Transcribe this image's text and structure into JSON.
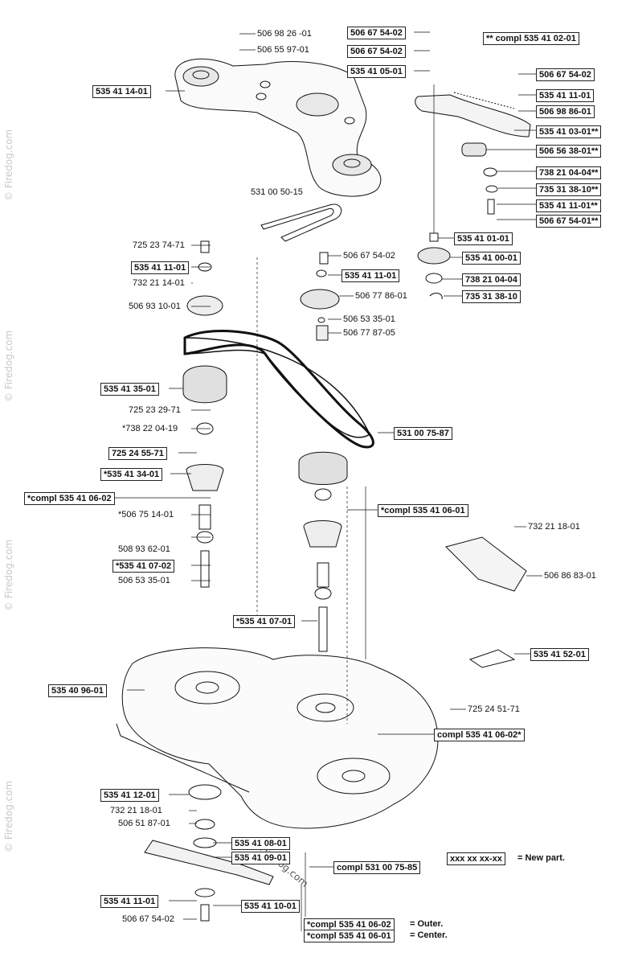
{
  "legend": {
    "compl_header": "** compl 535 41 02-01",
    "new_part_code": "xxx xx xx-xx",
    "new_part_text": "=  New part.",
    "outer_key": "*compl 535 41 06-02",
    "outer_text": "= Outer.",
    "center_key": "*compl 535 41 06-01",
    "center_text": "= Center."
  },
  "watermark": {
    "text": "© Firedog.com",
    "brand": "Firedog.com"
  },
  "labels": {
    "l01": "506 98 26 -01",
    "l02": "506 55 97-01",
    "l03": "535 41 14-01",
    "l04": "506 67 54-02",
    "l05": "506 67 54-02",
    "l06": "535 41 05-01",
    "l07": "506 67 54-02",
    "l08": "535 41 11-01",
    "l09": "506 98 86-01",
    "l10": "535 41 03-01**",
    "l11": "506 56 38-01**",
    "l12": "738 21 04-04**",
    "l13": "735 31 38-10**",
    "l14": "535 41 11-01**",
    "l15": "506 67 54-01**",
    "l16": "531 00 50-15",
    "l17": "535 41 01-01",
    "l18": "535 41 00-01",
    "l19": "738 21 04-04",
    "l20": "735 31 38-10",
    "l21": "506 67 54-02",
    "l22": "535 41 11-01",
    "l23": "506 77 86-01",
    "l24": "506 53 35-01",
    "l25": "506 77 87-05",
    "l26": "725 23 74-71",
    "l27": "535 41 11-01",
    "l28": "732 21 14-01",
    "l29": "506 93 10-01",
    "l30": "535 41 35-01",
    "l31": "725 23 29-71",
    "l32": "*738 22 04-19",
    "l33": "725 24 55-71",
    "l34": "*535 41 34-01",
    "l35": "*compl 535 41 06-02",
    "l36": "*506 75 14-01",
    "l37": "508 93 62-01",
    "l38": "*535 41 07-02",
    "l39": "506 53 35-01",
    "l40": "531 00 75-87",
    "l41": "*compl 535 41 06-01",
    "l42": "732 21 18-01",
    "l43": "506 86 83-01",
    "l44": "*535 41 07-01",
    "l45": "535 41 52-01",
    "l46": "535 40 96-01",
    "l47": "725 24 51-71",
    "l48": "compl 535 41 06-02*",
    "l49": "535 41 12-01",
    "l50": "732 21 18-01",
    "l51": "506 51 87-01",
    "l52": "535 41 08-01",
    "l53": "535 41 09-01",
    "l54": "compl 531 00 75-85",
    "l55": "535 41 11-01",
    "l56": "535 41 10-01",
    "l57": "506 67 54-02"
  }
}
